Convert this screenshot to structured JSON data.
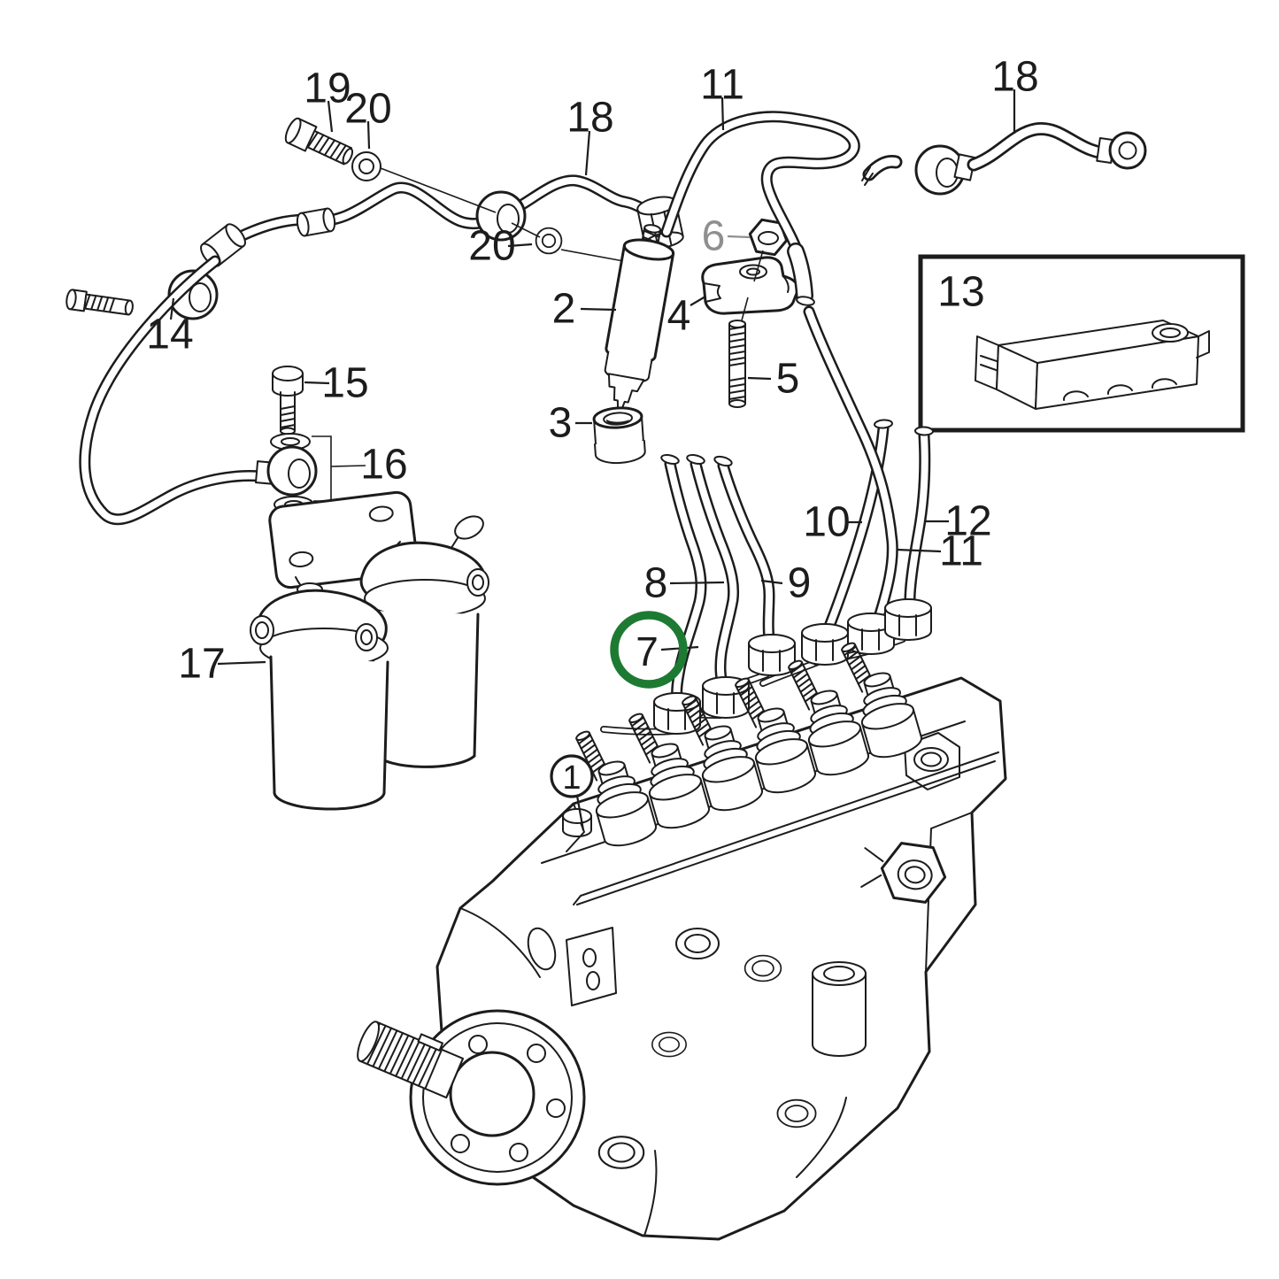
{
  "diagram": {
    "kind": "exploded parts diagram",
    "subject": "fuel injection pump with injectors, delivery pipes and fuel filter",
    "background_color": "#ffffff",
    "ink_color": "#1c1c1c",
    "muted_label_color": "#8f8f8f",
    "highlight_color": "#1d7a32",
    "highlighted_callout": "7",
    "encircled_callouts": [
      "1",
      "7"
    ],
    "inset_box_label": "13"
  },
  "callouts": {
    "c1": {
      "label": "1"
    },
    "c2": {
      "label": "2"
    },
    "c3": {
      "label": "3"
    },
    "c4": {
      "label": "4"
    },
    "c5": {
      "label": "5"
    },
    "c6": {
      "label": "6"
    },
    "c7": {
      "label": "7"
    },
    "c8": {
      "label": "8"
    },
    "c9": {
      "label": "9"
    },
    "c10": {
      "label": "10"
    },
    "c11a": {
      "label": "11"
    },
    "c11b": {
      "label": "11"
    },
    "c12": {
      "label": "12"
    },
    "c13": {
      "label": "13"
    },
    "c14": {
      "label": "14"
    },
    "c15": {
      "label": "15"
    },
    "c16": {
      "label": "16"
    },
    "c17": {
      "label": "17"
    },
    "c18a": {
      "label": "18"
    },
    "c18b": {
      "label": "18"
    },
    "c19": {
      "label": "19"
    },
    "c20a": {
      "label": "20"
    },
    "c20b": {
      "label": "20"
    }
  }
}
